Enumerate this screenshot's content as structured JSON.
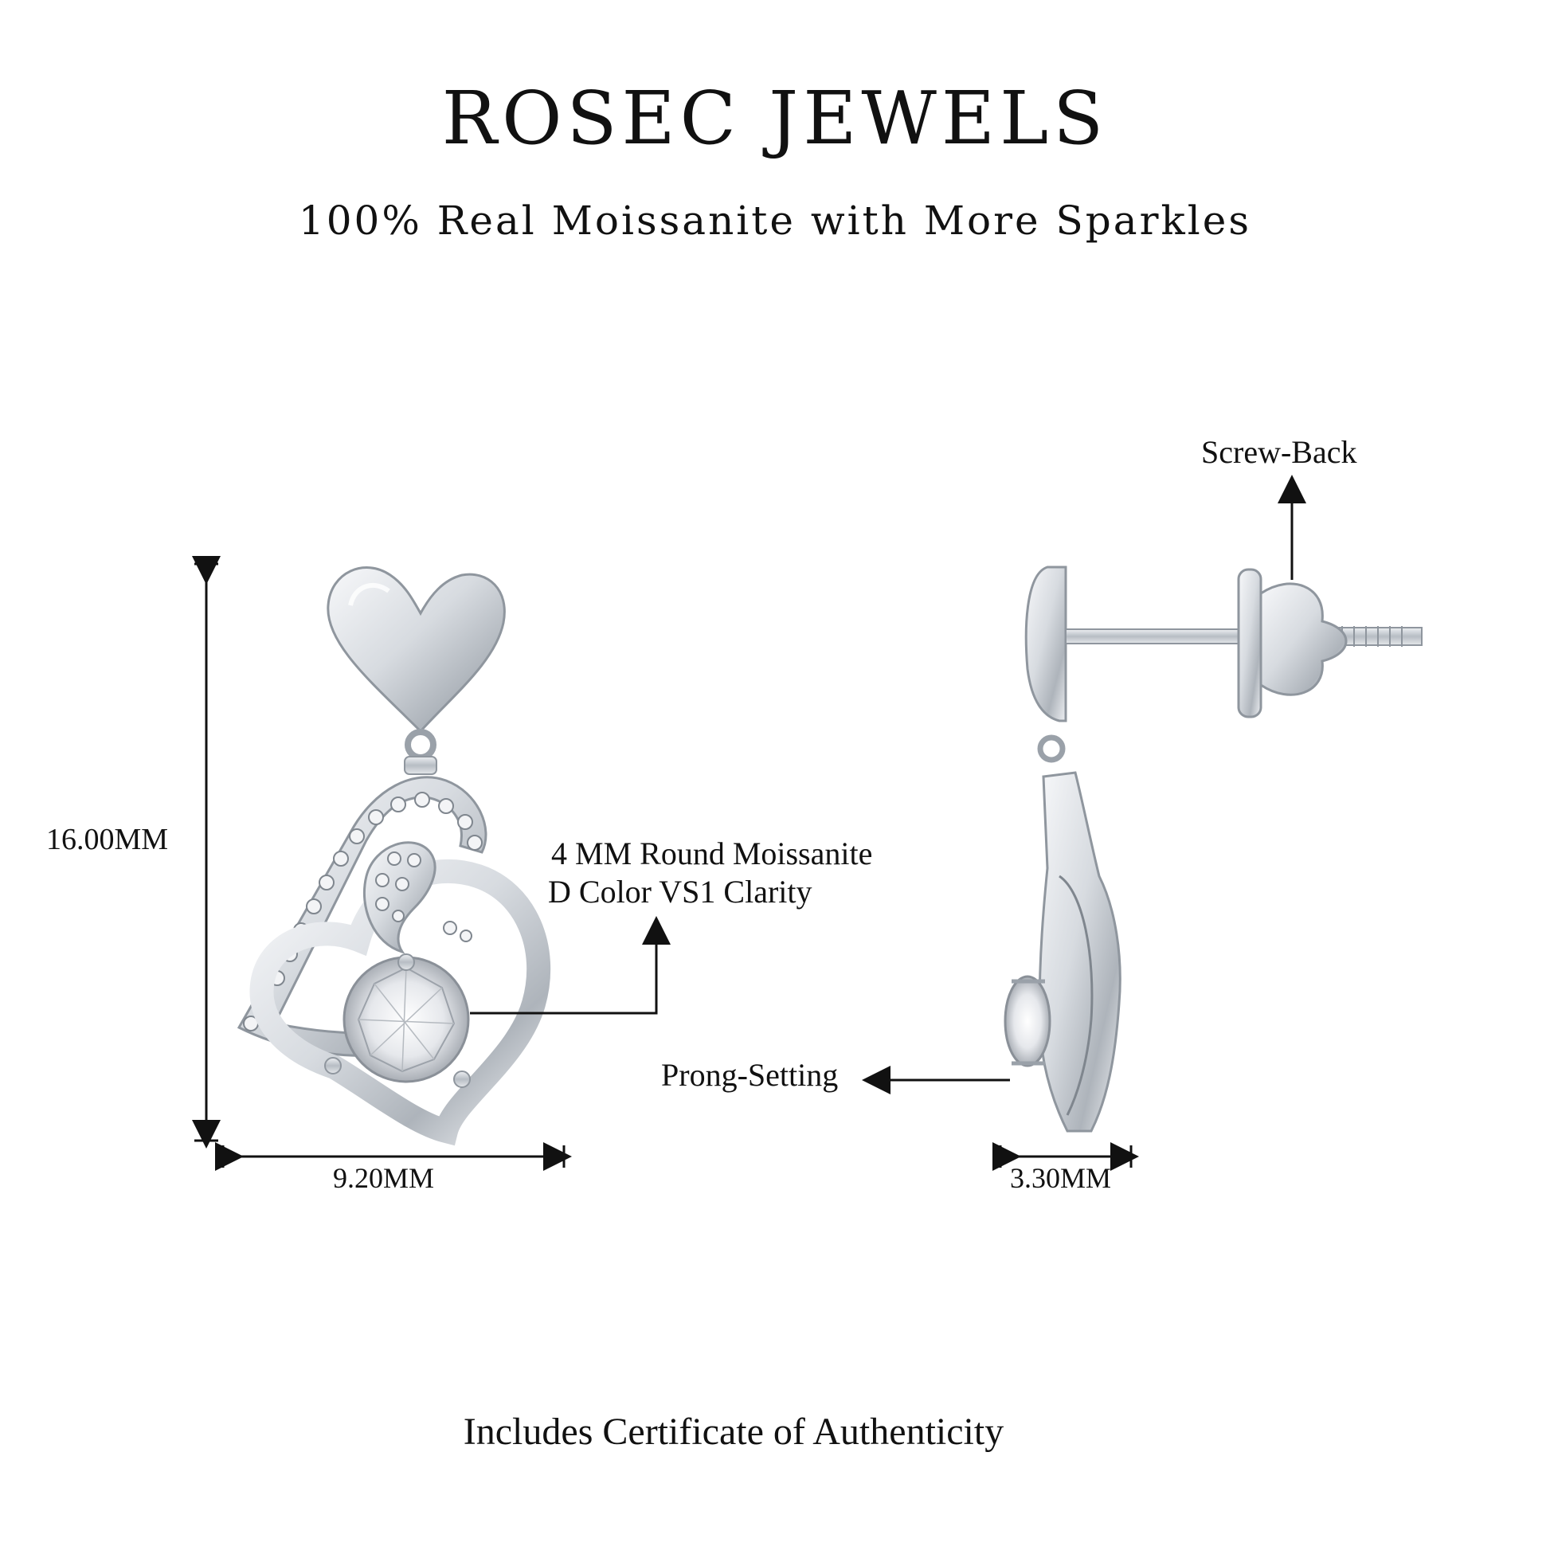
{
  "header": {
    "brand": "ROSEC JEWELS",
    "tagline": "100% Real Moissanite with More Sparkles"
  },
  "front_view": {
    "height_label": "16.00MM",
    "width_label": "9.20MM",
    "stone_label_line1": "4 MM Round Moissanite",
    "stone_label_line2": "D Color VS1 Clarity"
  },
  "side_view": {
    "backing_label": "Screw-Back",
    "setting_label": "Prong-Setting",
    "depth_label": "3.30MM"
  },
  "footer": {
    "certificate": "Includes Certificate of Authenticity"
  },
  "colors": {
    "metal": "#d9dde2",
    "metal_shadow": "#9aa1a9",
    "line": "#111111"
  }
}
